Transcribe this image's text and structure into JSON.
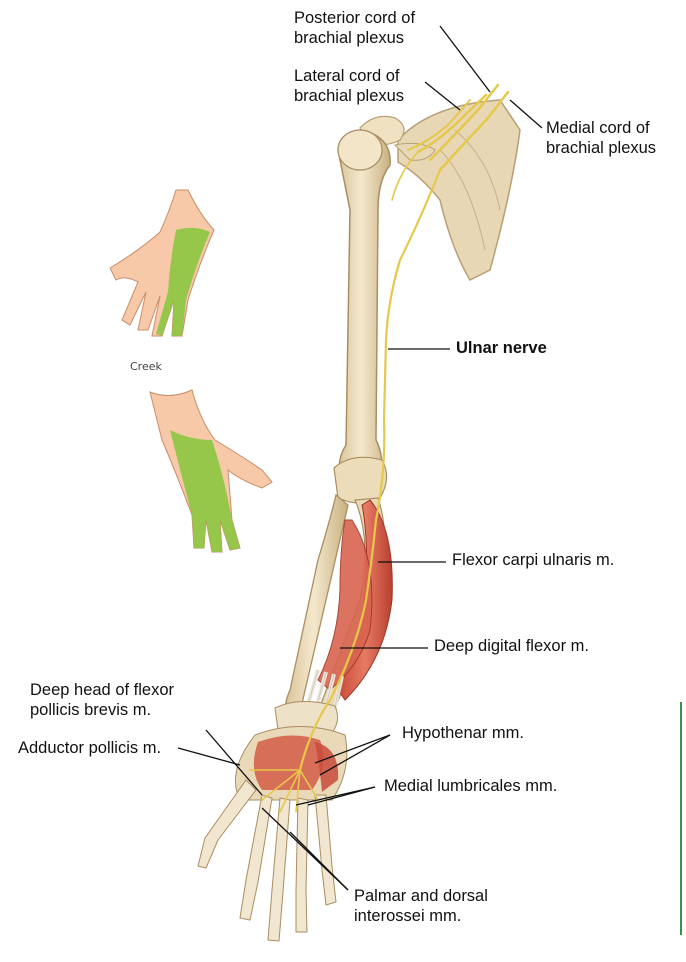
{
  "labels": {
    "posterior_cord": "Posterior cord of\nbrachial plexus",
    "lateral_cord": "Lateral cord of\nbrachial plexus",
    "medial_cord": "Medial cord of\nbrachial plexus",
    "ulnar_nerve": "Ulnar nerve",
    "flexor_carpi_ulnaris": "Flexor carpi ulnaris m.",
    "deep_digital_flexor": "Deep digital flexor m.",
    "deep_head_fpb": "Deep head of flexor\npollicis brevis m.",
    "adductor_pollicis": "Adductor pollicis m.",
    "hypothenar": "Hypothenar mm.",
    "medial_lumbricales": "Medial lumbricales mm.",
    "interossei": "Palmar and dorsal\ninterossei mm."
  },
  "inset": {
    "caption": "Creek",
    "sensory_color": "#8cc63f"
  },
  "colors": {
    "bone": "#efe1c2",
    "bone_shadow": "#cdb58a",
    "nerve": "#e6c84a",
    "muscle": "#d9644f",
    "tendon": "#ece6da",
    "skin": "#f7c9a8",
    "accent_rule": "#3f8f4a"
  }
}
